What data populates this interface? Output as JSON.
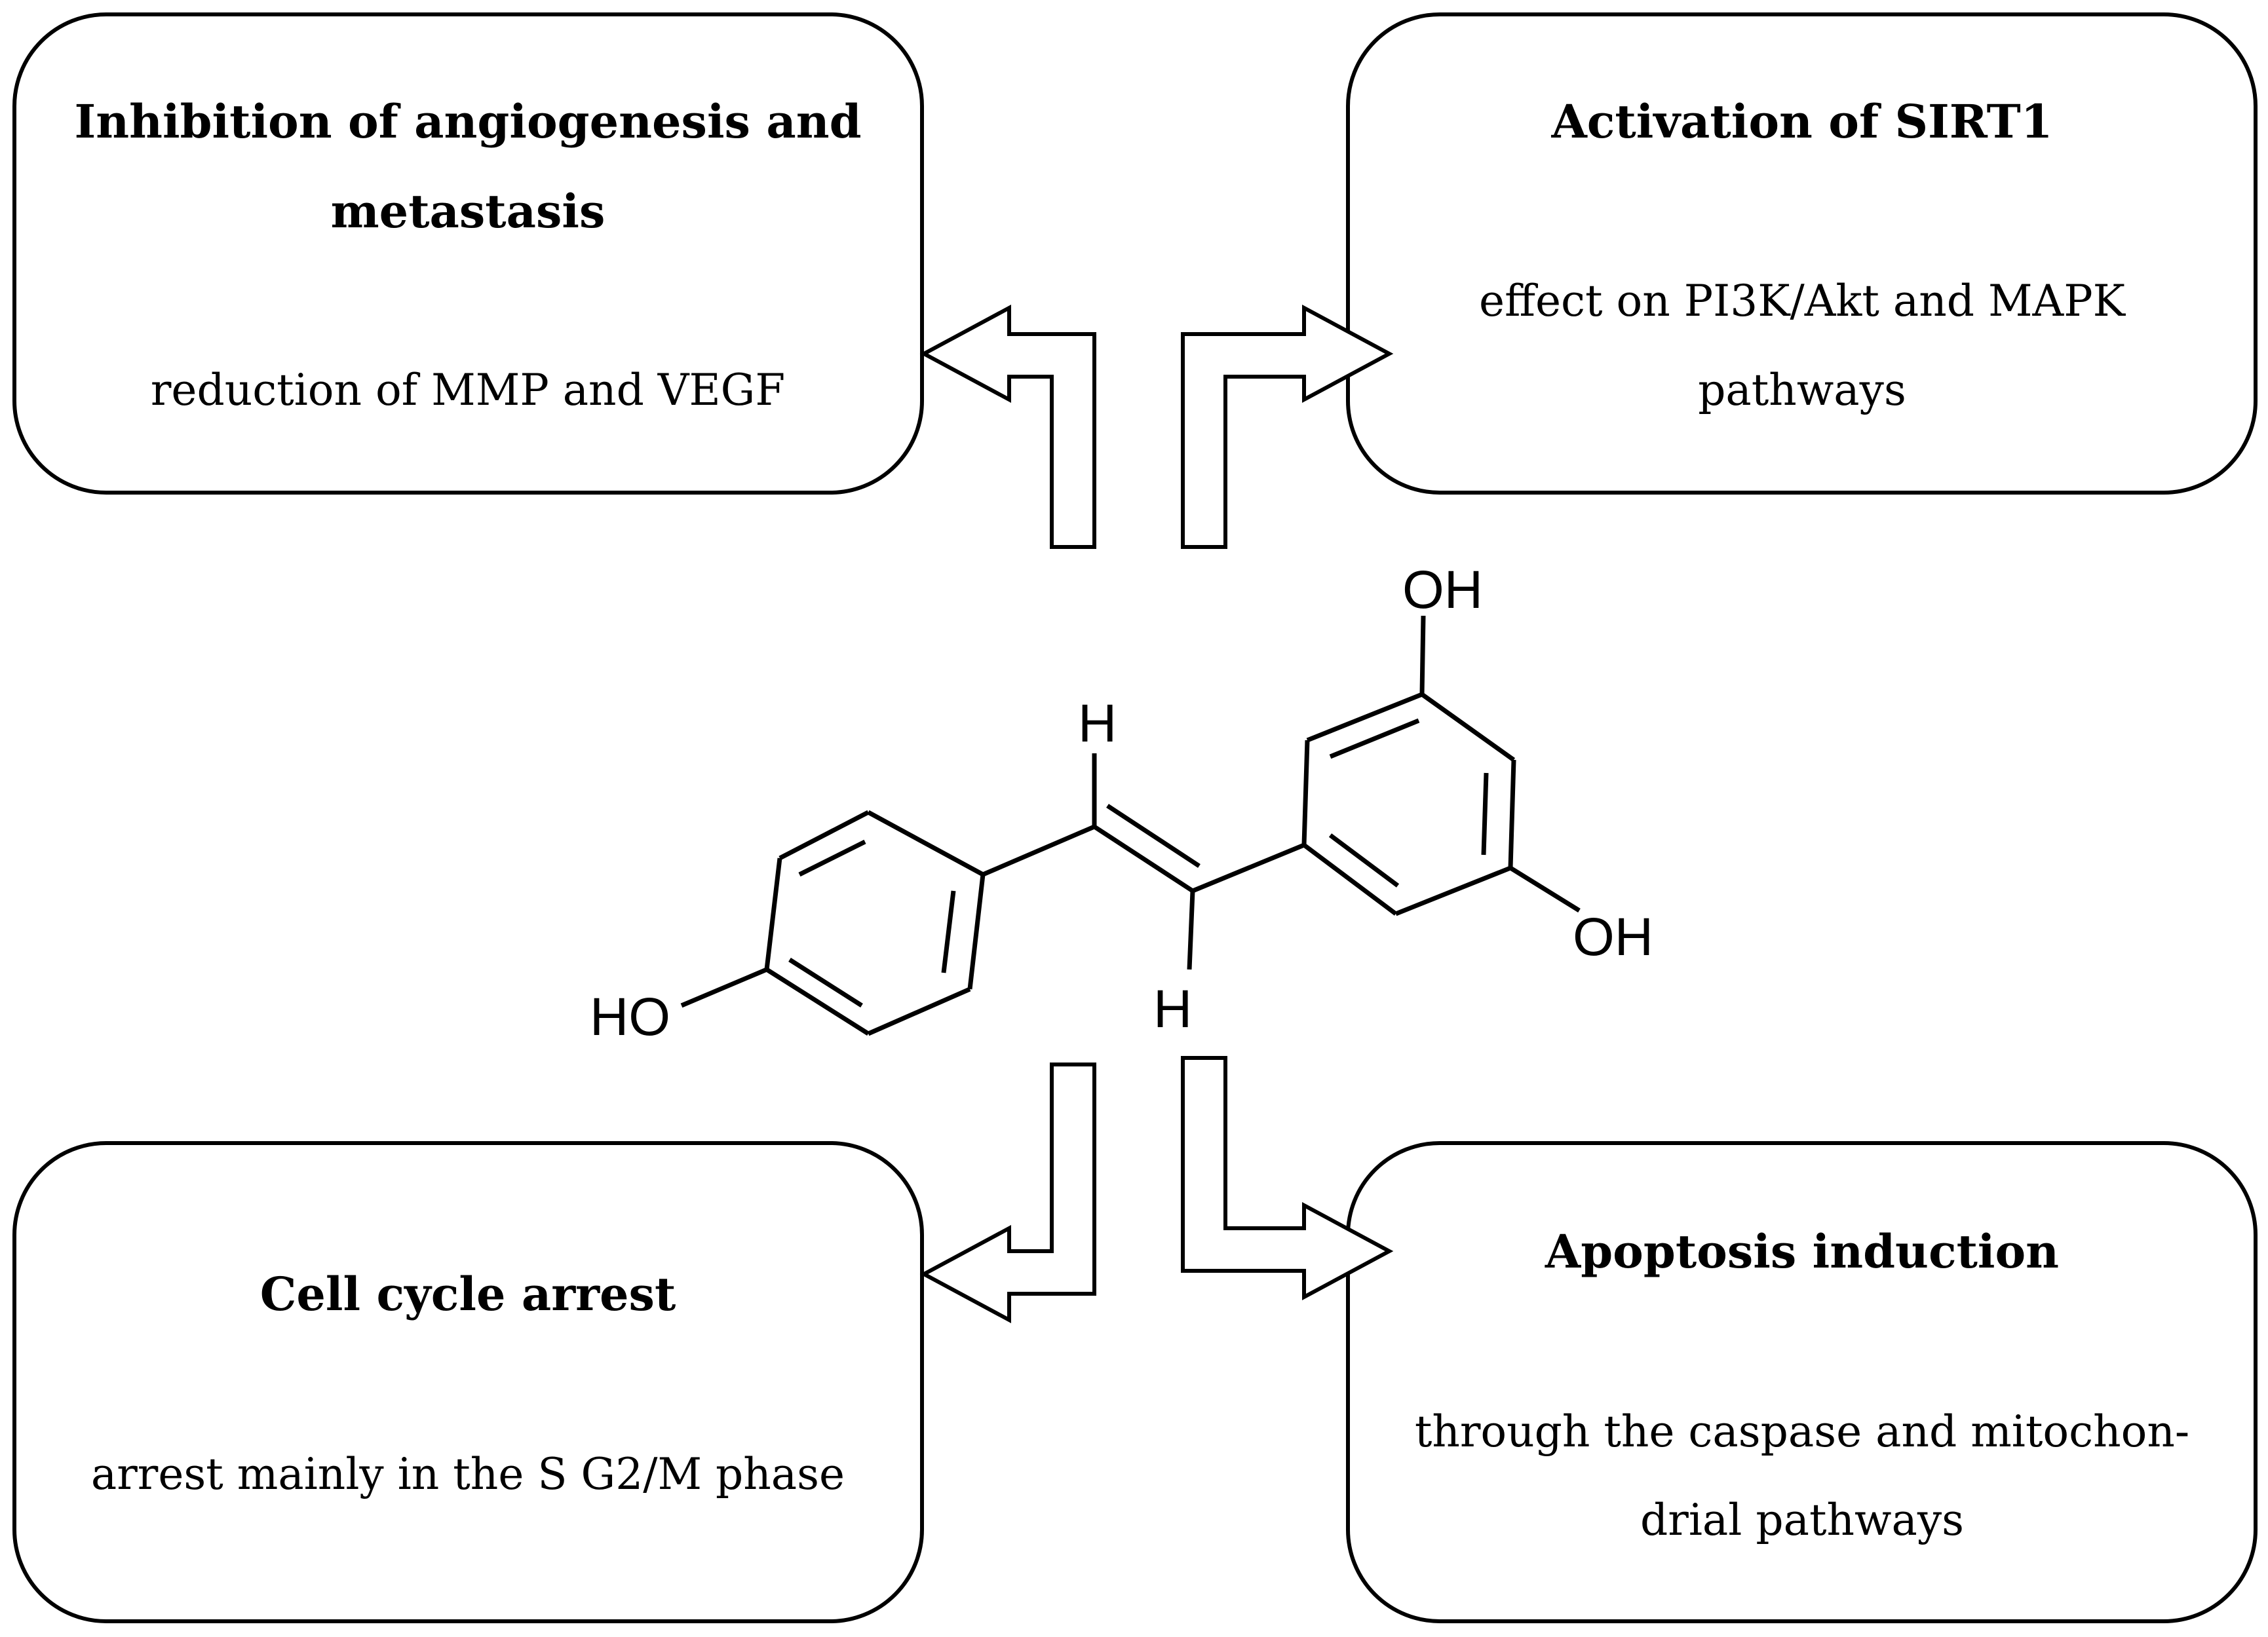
{
  "boxes": {
    "top_left": {
      "title_lines": [
        "Inhibition of angiogenesis and",
        "metastasis"
      ],
      "body_lines": [
        "reduction of MMP and VEGF"
      ]
    },
    "top_right": {
      "title_lines": [
        "Activation of SIRT1"
      ],
      "body_lines": [
        "effect on PI3K/Akt and MAPK",
        "pathways"
      ]
    },
    "bottom_left": {
      "title_lines": [
        "Cell cycle arrest"
      ],
      "body_lines": [
        "arrest mainly in the S G2/M phase"
      ]
    },
    "bottom_right": {
      "title_lines": [
        "Apoptosis induction"
      ],
      "body_lines": [
        "through the caspase and mitochon-",
        "drial pathways"
      ]
    }
  },
  "molecule": {
    "labels": {
      "oh_top": "OH",
      "oh_right": "OH",
      "ho_left": "HO",
      "h_top": "H",
      "h_bottom": "H"
    }
  }
}
